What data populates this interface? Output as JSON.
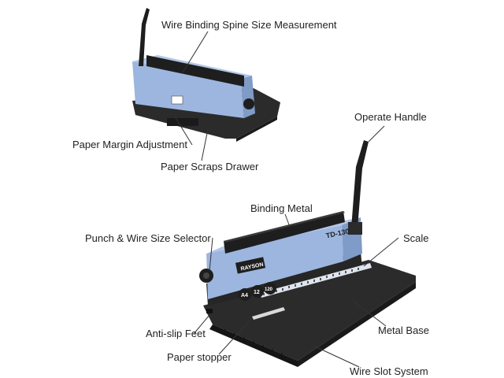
{
  "colors": {
    "machine_blue": "#9db6df",
    "machine_blue_dark": "#7f9bc8",
    "base_black": "#2b2b2b",
    "metal_dark": "#1e1e1e",
    "leader_line": "#333333",
    "label_text": "#222222"
  },
  "labels": {
    "wire_spine": "Wire Binding Spine Size Measurement",
    "paper_margin": "Paper Margin Adjustment",
    "paper_scraps": "Paper Scraps Drawer",
    "operate_handle": "Operate Handle",
    "binding_metal": "Binding Metal",
    "punch_selector": "Punch & Wire Size Selector",
    "scale": "Scale",
    "anti_slip": "Anti-slip Feet",
    "metal_base": "Metal Base",
    "paper_stopper": "Paper stopper",
    "wire_slot": "Wire Slot System"
  },
  "machine": {
    "brand": "RAYSON",
    "model": "TD-130",
    "badge_size": "A4",
    "badge_holes": "12",
    "badge_sheets": "120"
  }
}
